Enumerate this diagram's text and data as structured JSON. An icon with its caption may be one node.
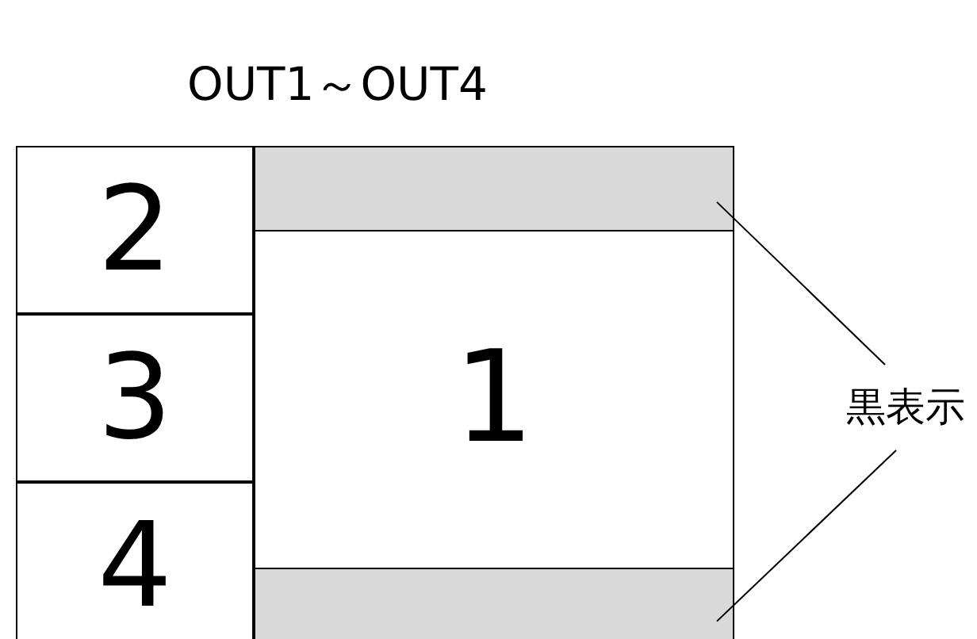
{
  "diagram": {
    "title": "OUT1～OUT4",
    "nodes": [
      {
        "text": [
          "2"
        ]
      },
      {
        "text": [
          "3"
        ]
      },
      {
        "text": [
          "4"
        ]
      },
      {
        "text": [
          "1"
        ]
      },
      {
        "text": [],
        "shape": "bar",
        "in": 3
      },
      {
        "text": [],
        "shape": "bar",
        "in": 3
      },
      {
        "text": [
          "黒表示"
        ]
      }
    ],
    "edges": [
      {
        "from": 6,
        "to": 4,
        "arrow": "none"
      },
      {
        "from": 6,
        "to": 5,
        "arrow": "none"
      }
    ]
  }
}
